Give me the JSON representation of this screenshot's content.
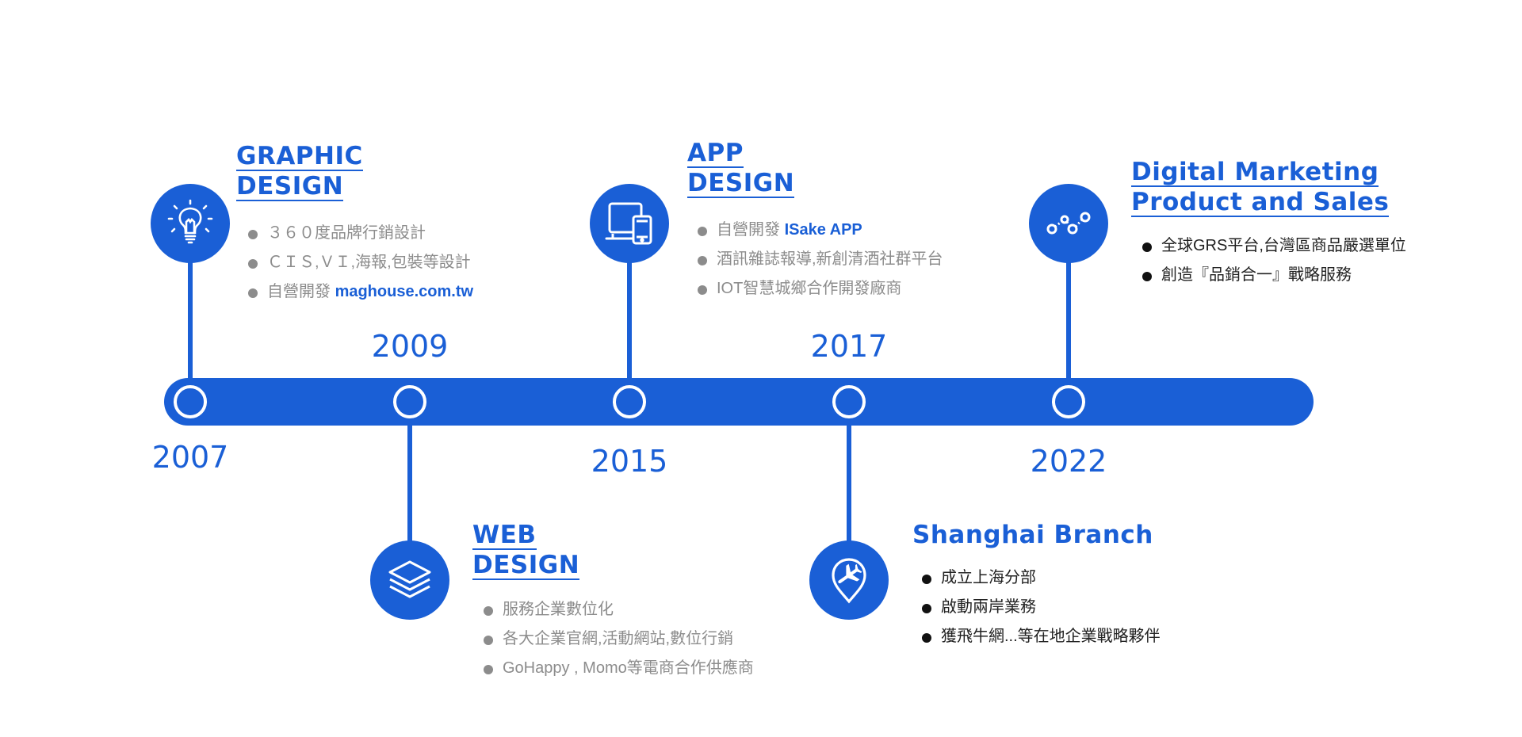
{
  "colors": {
    "accent": "#1a5fd6",
    "muted": "#8c8c8c",
    "text": "#222222"
  },
  "milestones": [
    {
      "year": "2007",
      "icon": "lightbulb-icon",
      "title_lines": [
        "GRAPHIC",
        "DESIGN"
      ],
      "items": [
        {
          "text": "３６０度品牌行銷設計",
          "highlight": ""
        },
        {
          "text": "ＣＩＳ,ＶＩ,海報,包裝等設計",
          "highlight": ""
        },
        {
          "text": "自營開發 ",
          "highlight": "maghouse.com.tw"
        }
      ]
    },
    {
      "year": "2009",
      "icon": "layers-icon",
      "title_lines": [
        "WEB",
        "DESIGN"
      ],
      "items": [
        {
          "text": "服務企業數位化",
          "highlight": ""
        },
        {
          "text": "各大企業官網,活動網站,數位行銷",
          "highlight": ""
        },
        {
          "text": "GoHappy , Momo等電商合作供應商",
          "highlight": ""
        }
      ]
    },
    {
      "year": "2015",
      "icon": "devices-icon",
      "title_lines": [
        "APP",
        "DESIGN"
      ],
      "items": [
        {
          "text": "自營開發 ",
          "highlight": "ISake APP"
        },
        {
          "text": "酒訊雜誌報導,新創清酒社群平台",
          "highlight": ""
        },
        {
          "text": "IOT智慧城鄉合作開發廠商",
          "highlight": ""
        }
      ]
    },
    {
      "year": "2017",
      "icon": "airplane-pin-icon",
      "title_lines": [
        "Shanghai Branch"
      ],
      "items": [
        {
          "text": "成立上海分部",
          "highlight": ""
        },
        {
          "text": "啟動兩岸業務",
          "highlight": ""
        },
        {
          "text": "獲飛牛網...等在地企業戰略夥伴",
          "highlight": ""
        }
      ]
    },
    {
      "year": "2022",
      "icon": "chart-line-icon",
      "title_lines": [
        "Digital Marketing",
        "Product and Sales"
      ],
      "items": [
        {
          "text": "全球GRS平台,台灣區商品嚴選單位",
          "highlight": ""
        },
        {
          "text": "創造『品銷合一』戰略服務",
          "highlight": ""
        }
      ]
    }
  ]
}
